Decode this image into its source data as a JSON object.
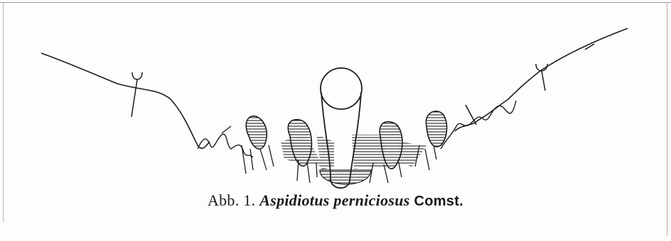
{
  "figure": {
    "caption": {
      "label": "Abb. 1.",
      "species": "Aspidiotus perniciosus",
      "author": "Comst."
    }
  }
}
